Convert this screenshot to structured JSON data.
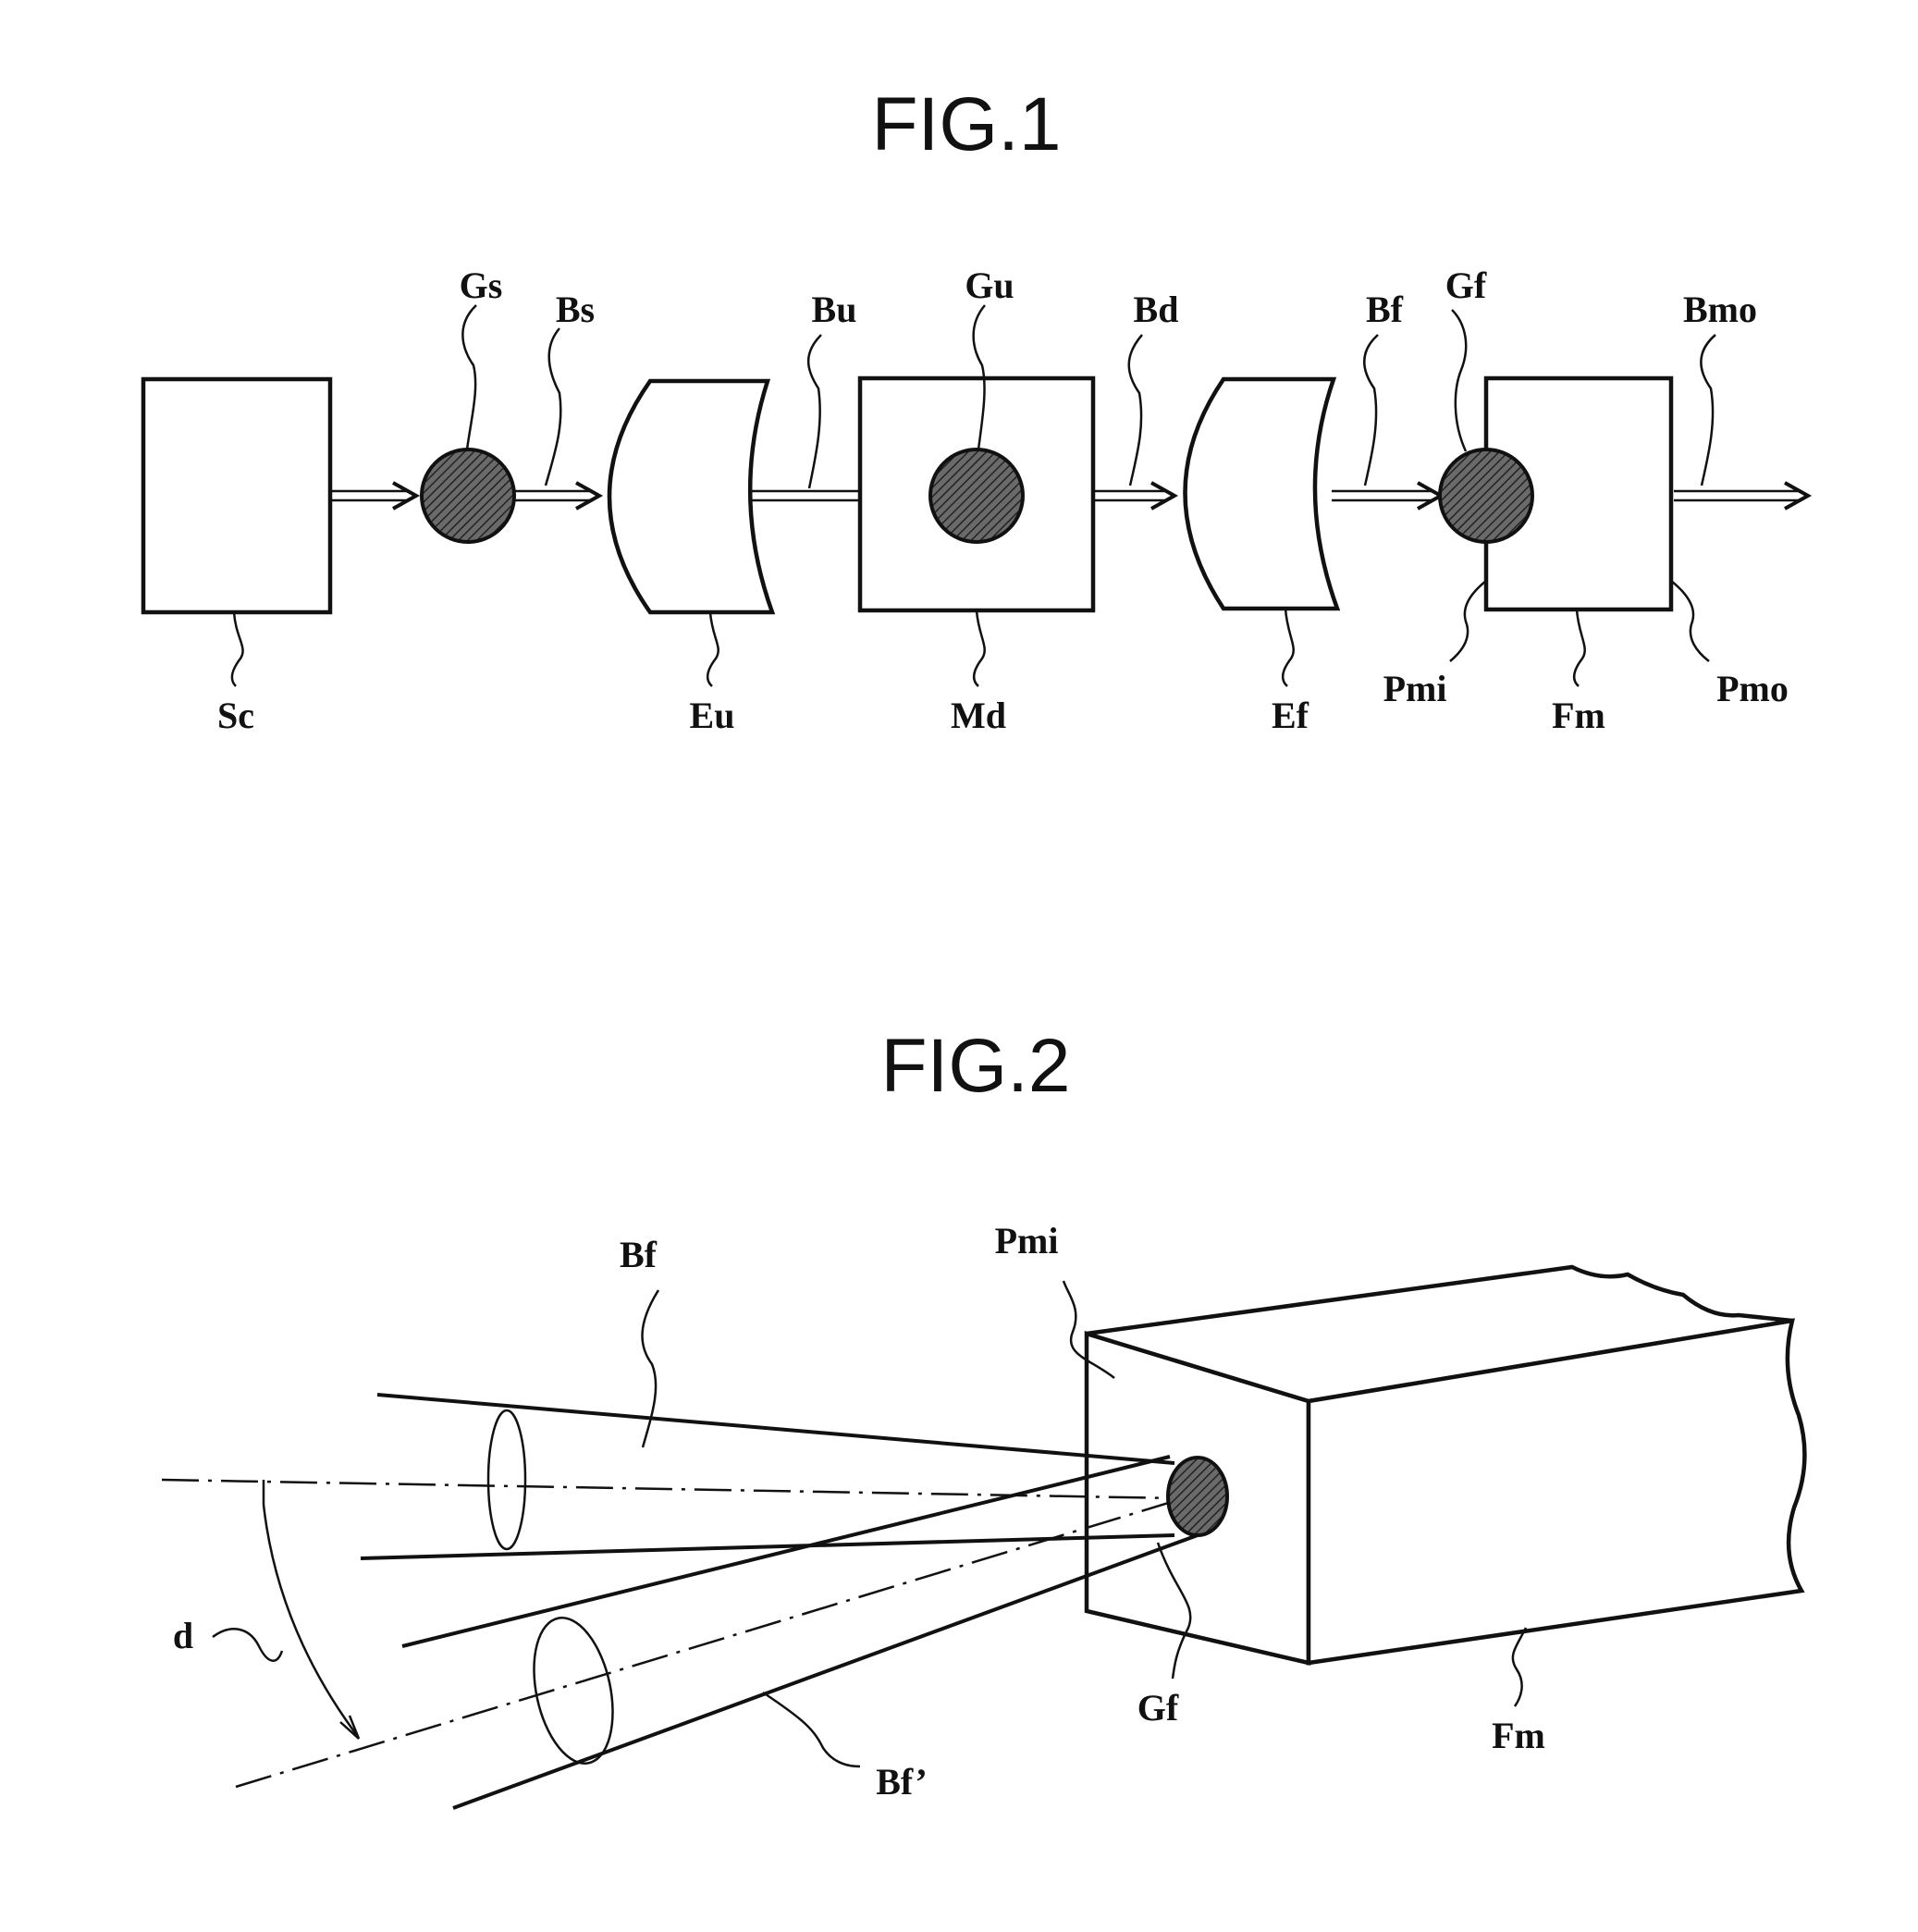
{
  "figures": [
    {
      "title": "FIG.1",
      "labels": {
        "sc": "Sc",
        "gs": "Gs",
        "bs": "Bs",
        "eu_lens": "Eu",
        "bu": "Bu",
        "gu": "Gu",
        "md": "Md",
        "bd": "Bd",
        "ef": "Ef",
        "bf": "Bf",
        "gf": "Gf",
        "pmi": "Pmi",
        "fm": "Fm",
        "pmo": "Pmo",
        "bmo": "Bmo"
      }
    },
    {
      "title": "FIG.2",
      "labels": {
        "bf": "Bf",
        "pmi": "Pmi",
        "d": "d",
        "gf": "Gf",
        "fm": "Fm",
        "bf_prime": "Bf’"
      }
    }
  ]
}
